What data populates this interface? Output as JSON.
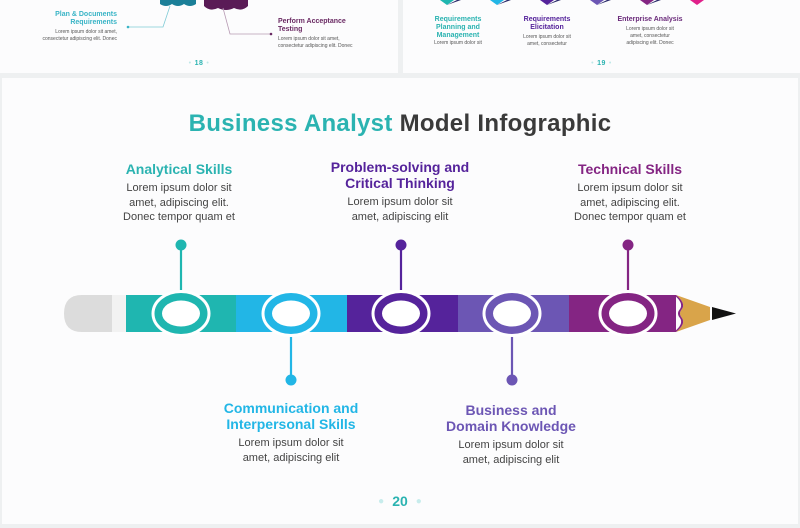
{
  "colors": {
    "teal": "#1fb6b0",
    "sky": "#22b6e6",
    "indigo": "#55239b",
    "violet": "#6c56b4",
    "plum": "#842583",
    "pink": "#e0208a",
    "eraser": "#dcdcdc",
    "ferrule": "#f2f2f2",
    "wood": "#d9a44a",
    "lead": "#111111",
    "dark_text": "#3a3a3a"
  },
  "thumb_18": {
    "left_item": {
      "title_line1": "Plan & Documents",
      "title_line2": "Requirements",
      "text_line1": "Lorem ipsum dolor sit amet,",
      "text_line2": "consectetur adipiscing elit. Donec"
    },
    "right_item": {
      "title_line1": "Perform Acceptance",
      "title_line2": "Testing",
      "text_line1": "Lorem ipsum dolor sit amet,",
      "text_line2": "consectetur adipiscing elit. Donec"
    },
    "page_number": "18"
  },
  "thumb_19": {
    "items": [
      {
        "title_line1": "Requirements",
        "title_line2": "Planning and",
        "title_line3": "Management",
        "text_line1": "Lorem ipsum dolor sit"
      },
      {
        "title_line1": "Requirements",
        "title_line2": "Elicitation",
        "text_line1": "Lorem ipsum dolor sit",
        "text_line2": "amet, consectetur"
      },
      {
        "title_line1": "Enterprise Analysis",
        "text_line1": "Lorem ipsum dolor sit",
        "text_line2": "amet, consectetur",
        "text_line3": "adipiscing elit. Donec"
      }
    ],
    "page_number": "19"
  },
  "slide": {
    "title_accent": "Business Analyst",
    "title_rest": "Model Infographic",
    "page_number": "20",
    "items": [
      {
        "title_line1": "Analytical Skills",
        "text_line1": "Lorem ipsum dolor sit",
        "text_line2": "amet, adipiscing elit.",
        "text_line3": "Donec tempor quam et"
      },
      {
        "title_line1": "Communication and",
        "title_line2": "Interpersonal Skills",
        "text_line1": "Lorem ipsum dolor sit",
        "text_line2": "amet, adipiscing elit"
      },
      {
        "title_line1": "Problem-solving and",
        "title_line2": "Critical Thinking",
        "text_line1": "Lorem ipsum dolor sit",
        "text_line2": "amet, adipiscing elit"
      },
      {
        "title_line1": "Business and",
        "title_line2": "Domain Knowledge",
        "text_line1": "Lorem ipsum dolor sit",
        "text_line2": "amet, adipiscing elit"
      },
      {
        "title_line1": "Technical Skills",
        "text_line1": "Lorem ipsum dolor sit",
        "text_line2": "amet, adipiscing elit.",
        "text_line3": "Donec tempor quam et"
      }
    ]
  }
}
